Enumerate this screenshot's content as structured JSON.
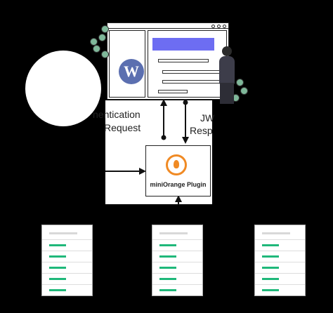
{
  "diagram": {
    "auth_request_label_line1": "nentication",
    "auth_request_label_line2": "Request",
    "jwt_response_label_line1": "JW",
    "jwt_response_label_line2": "Resp",
    "plugin_label": "miniOrange Plugin",
    "wordpress_logo_text": "W"
  },
  "colors": {
    "background": "#000000",
    "accent_purple": "#6d6df2",
    "plugin_orange": "#f08a24",
    "server_green": "#1fb87a"
  },
  "icons": [
    "wordpress-icon",
    "miniorange-icon",
    "server-icon",
    "person-illustration"
  ]
}
